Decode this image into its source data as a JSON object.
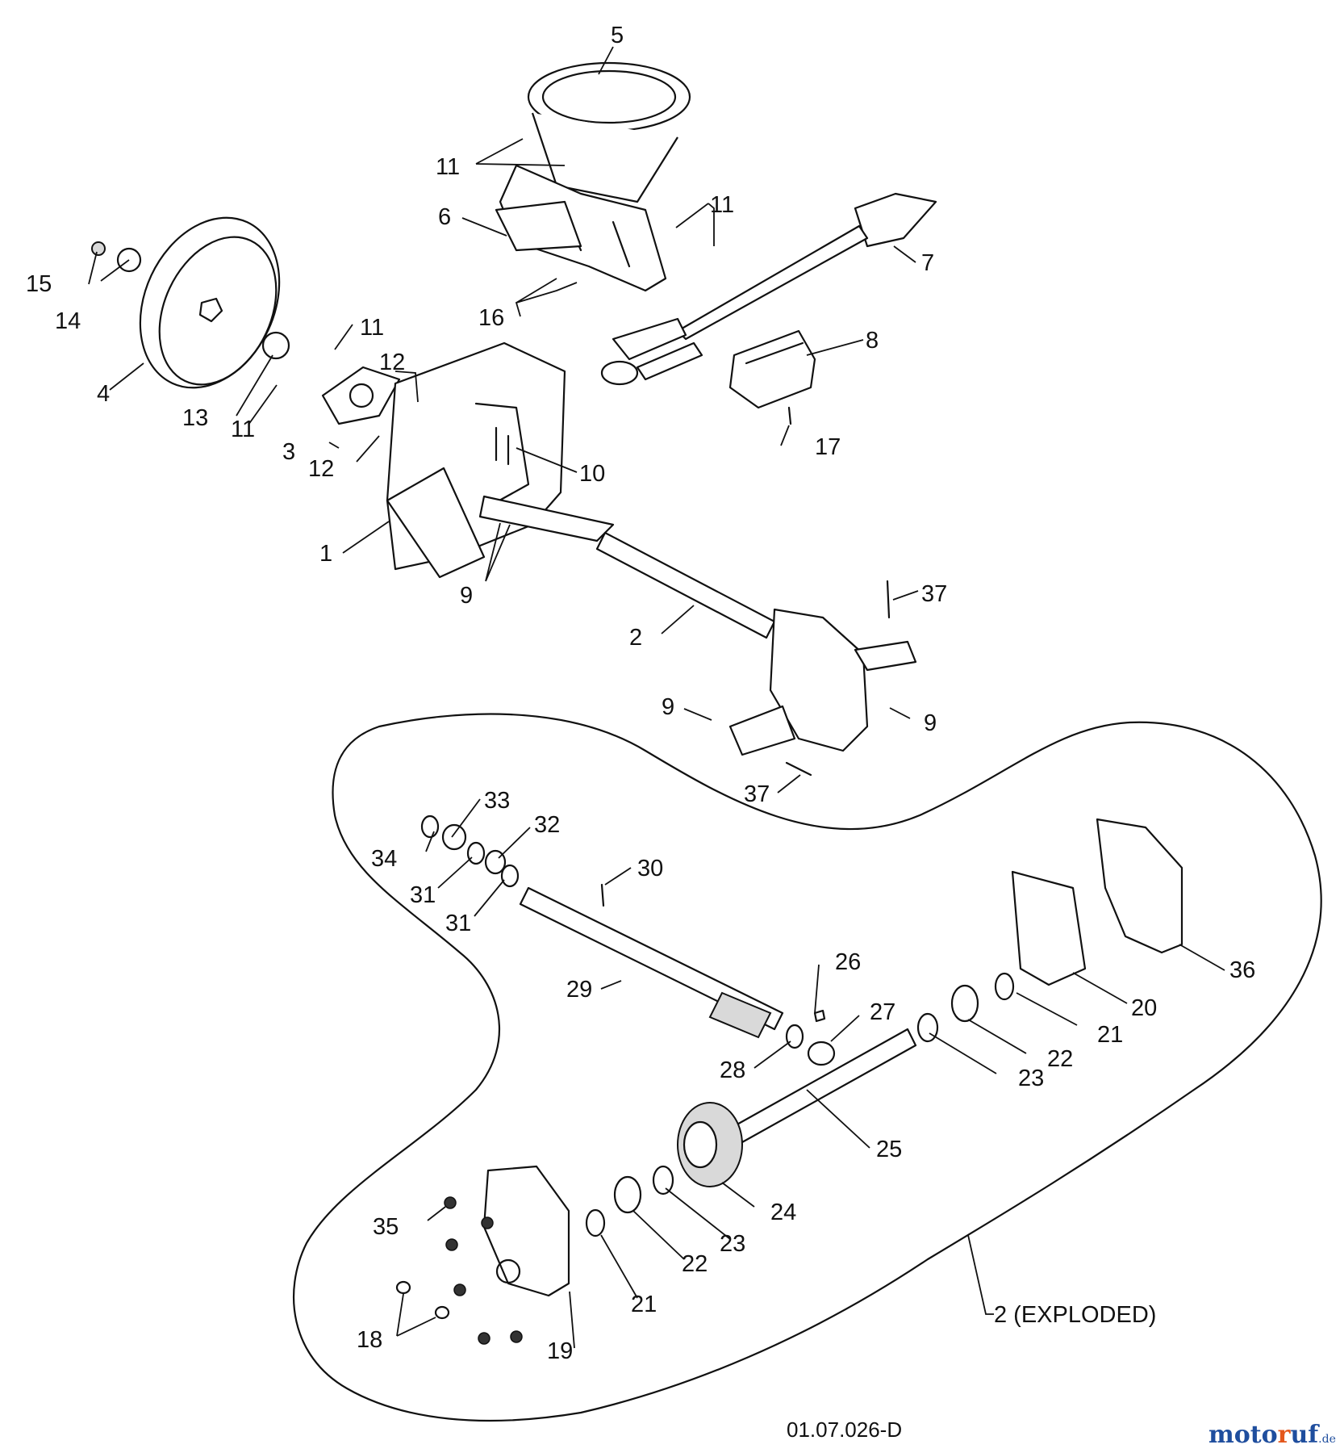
{
  "diagram": {
    "drawing_number": "01.07.026-D",
    "watermark": {
      "text": "motoruf",
      "suffix": ".de",
      "colors": [
        "#1f4e9e",
        "#e4571c",
        "#1f4e9e"
      ]
    },
    "labels": {
      "p1": "1",
      "p2": "2",
      "p2_exploded": "2 (EXPLODED)",
      "p3": "3",
      "p4": "4",
      "p5": "5",
      "p6": "6",
      "p7": "7",
      "p8": "8",
      "p9a": "9",
      "p9b": "9",
      "p9c": "9",
      "p10": "10",
      "p11a": "11",
      "p11b": "11",
      "p11c": "11",
      "p11d": "11",
      "p12a": "12",
      "p12b": "12",
      "p13": "13",
      "p14": "14",
      "p15": "15",
      "p16": "16",
      "p17": "17",
      "p18": "18",
      "p19": "19",
      "p20": "20",
      "p21a": "21",
      "p21b": "21",
      "p22a": "22",
      "p22b": "22",
      "p23a": "23",
      "p23b": "23",
      "p24": "24",
      "p25": "25",
      "p26": "26",
      "p27": "27",
      "p28": "28",
      "p29": "29",
      "p30": "30",
      "p31a": "31",
      "p31b": "31",
      "p32": "32",
      "p33": "33",
      "p34": "34",
      "p35": "35",
      "p36": "36",
      "p37a": "37",
      "p37b": "37"
    }
  }
}
